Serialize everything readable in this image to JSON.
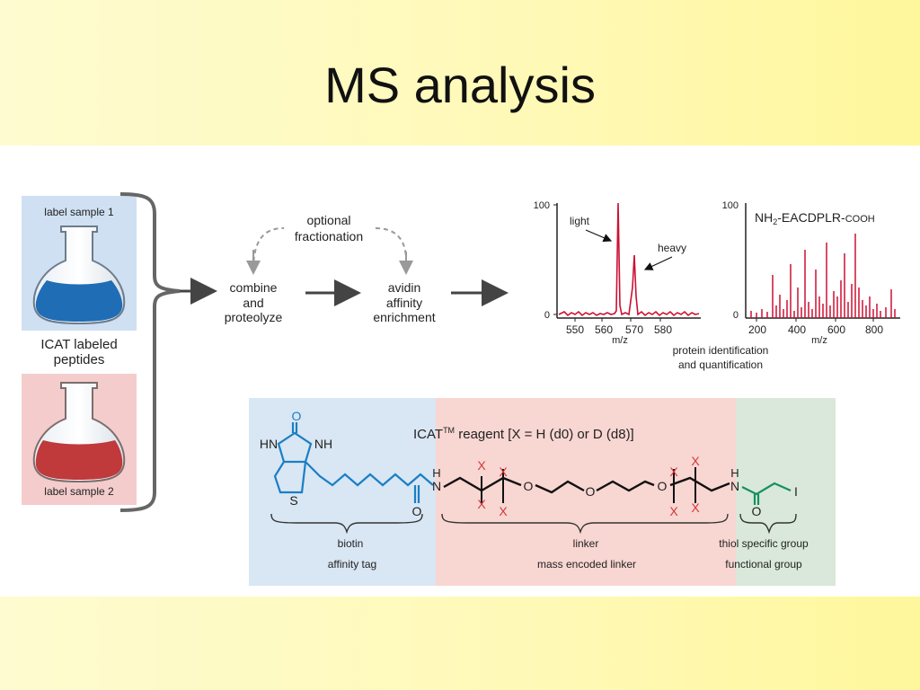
{
  "slide": {
    "title": "MS analysis"
  },
  "flasks": {
    "sample1_label": "label sample 1",
    "sample2_label": "label sample 2",
    "middle_label_line1": "ICAT labeled",
    "middle_label_line2": "peptides",
    "sample1_color": "#1f6db5",
    "sample2_color": "#c0393b"
  },
  "flow": {
    "optional_line1": "optional",
    "optional_line2": "fractionation",
    "step1_line1": "combine",
    "step1_line2": "and",
    "step1_line3": "proteolyze",
    "step2_line1": "avidin",
    "step2_line2": "affinity",
    "step2_line3": "enrichment"
  },
  "spectra": {
    "left": {
      "ymax_label": "100",
      "ymin_label": "0",
      "xlabel": "m/z",
      "ticks": [
        "550",
        "560",
        "570",
        "580"
      ],
      "light_label": "light",
      "heavy_label": "heavy"
    },
    "right": {
      "ymax_label": "100",
      "ymin_label": "0",
      "xlabel": "m/z",
      "ticks": [
        "200",
        "400",
        "600",
        "800"
      ],
      "sequence_prefix": "NH",
      "sequence_sub": "2",
      "sequence_main": "-EACDPLR-",
      "sequence_suffix": "COOH"
    },
    "caption_line1": "protein identification",
    "caption_line2": "and quantification",
    "peak_color": "#cc1133"
  },
  "reagent": {
    "title_prefix": "ICAT",
    "title_sup": "TM",
    "title_suffix": " reagent [X = H (d0) or D (d8)]",
    "biotin_label": "biotin",
    "affinity_label": "affinity tag",
    "linker_label": "linker",
    "mass_label": "mass encoded linker",
    "thiol_label": "thiol specific group",
    "functional_label": "functional group",
    "atom_O": "O",
    "atom_HN": "HN",
    "atom_NH": "NH",
    "atom_S": "S",
    "atom_N": "N",
    "atom_H": "H",
    "atom_I": "I",
    "atom_X": "X",
    "biotin_color": "#1a7fc4",
    "thiol_color": "#159060",
    "x_color": "#d23838"
  }
}
